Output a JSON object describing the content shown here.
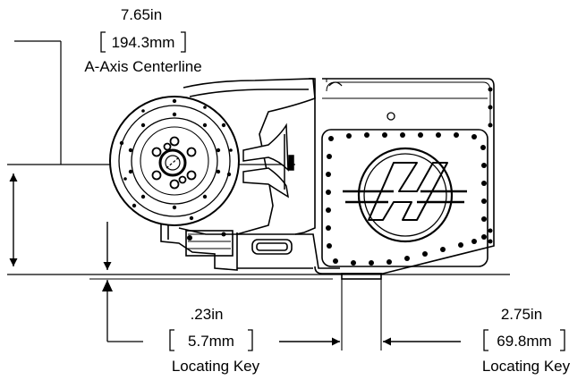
{
  "dimensions": {
    "centerline": {
      "imperial": "7.65in",
      "metric": "194.3mm",
      "label": "A-Axis Centerline"
    },
    "key_height": {
      "imperial": ".23in",
      "metric": "5.7mm",
      "label": "Locating Key"
    },
    "key_width": {
      "imperial": "2.75in",
      "metric": "69.8mm",
      "label": "Locating Key"
    }
  },
  "logo": {
    "name": "haas-logo"
  }
}
